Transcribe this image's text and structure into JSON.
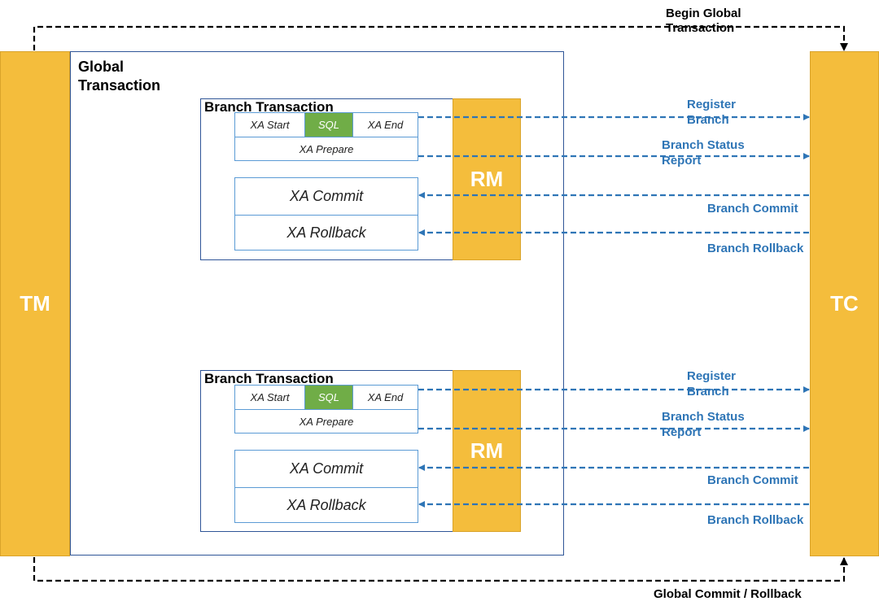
{
  "tm": {
    "label": "TM"
  },
  "tc": {
    "label": "TC"
  },
  "global_transaction": {
    "label": "Global Transaction"
  },
  "top_flow": {
    "label_line1": "Begin Global",
    "label_line2": "Transaction"
  },
  "bottom_flow": {
    "label": "Global Commit / Rollback"
  },
  "branches": [
    {
      "label": "Branch Transaction",
      "rm_label": "RM",
      "xa_start": "XA Start",
      "sql": "SQL",
      "xa_end": "XA End",
      "xa_prepare": "XA Prepare",
      "xa_commit": "XA Commit",
      "xa_rollback": "XA Rollback",
      "messages": {
        "register_line1": "Register",
        "register_line2": "Branch",
        "status_line1": "Branch Status",
        "status_line2": "Report",
        "commit": "Branch Commit",
        "rollback": "Branch Rollback"
      }
    },
    {
      "label": "Branch Transaction",
      "rm_label": "RM",
      "xa_start": "XA Start",
      "sql": "SQL",
      "xa_end": "XA End",
      "xa_prepare": "XA Prepare",
      "xa_commit": "XA Commit",
      "xa_rollback": "XA Rollback",
      "messages": {
        "register_line1": "Register",
        "register_line2": "Branch",
        "status_line1": "Branch Status",
        "status_line2": "Report",
        "commit": "Branch Commit",
        "rollback": "Branch Rollback"
      }
    }
  ],
  "colors": {
    "bar": "#f4bd3c",
    "sql": "#70ad47",
    "arrow": "#2e75b6",
    "frame": "#2f5597"
  }
}
